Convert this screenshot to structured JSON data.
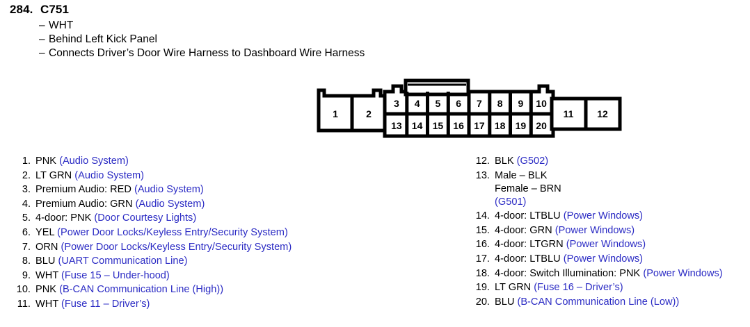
{
  "header": {
    "number": "284.",
    "name": "C751",
    "bullets": [
      "WHT",
      "Behind Left Kick Panel",
      "Connects Driver’s Door Wire Harness to Dashboard Wire Harness"
    ],
    "dash": "–"
  },
  "connector": {
    "left_block_pins": [
      "1",
      "2"
    ],
    "grid_top_pins": [
      "3",
      "4",
      "5",
      "6",
      "7",
      "8",
      "9",
      "10"
    ],
    "grid_bottom_pins": [
      "13",
      "14",
      "15",
      "16",
      "17",
      "18",
      "19",
      "20"
    ],
    "right_block_pins": [
      "11",
      "12"
    ],
    "line_color": "#000000",
    "fill_color": "#ffffff"
  },
  "pins_left": [
    {
      "num": "1.",
      "black": "PNK",
      "blue": "(Audio System)"
    },
    {
      "num": "2.",
      "black": "LT GRN",
      "blue": "(Audio System)"
    },
    {
      "num": "3.",
      "black": "Premium Audio: RED",
      "blue": "(Audio System)"
    },
    {
      "num": "4.",
      "black": "Premium Audio: GRN",
      "blue": "(Audio System)"
    },
    {
      "num": "5.",
      "black": "4-door: PNK",
      "blue": "(Door Courtesy Lights)"
    },
    {
      "num": "6.",
      "black": "YEL",
      "blue": "(Power Door Locks/Keyless Entry/Security System)"
    },
    {
      "num": "7.",
      "black": "ORN",
      "blue": "(Power Door Locks/Keyless Entry/Security System)"
    },
    {
      "num": "8.",
      "black": "BLU",
      "blue": "(UART Communication Line)"
    },
    {
      "num": "9.",
      "black": "WHT",
      "blue": "(Fuse 15 – Under-hood)"
    },
    {
      "num": "10.",
      "black": "PNK",
      "blue": "(B-CAN Communication Line (High))"
    },
    {
      "num": "11.",
      "black": "WHT",
      "blue": "(Fuse 11 – Driver’s)"
    }
  ],
  "pins_right": [
    {
      "num": "12.",
      "black": "BLK",
      "blue": "(G502)"
    },
    {
      "num": "13.",
      "black": "Male – BLK",
      "blue": "",
      "sublines": [
        {
          "black": "Female – BRN",
          "blue": ""
        },
        {
          "black": "",
          "blue": "(G501)"
        }
      ]
    },
    {
      "num": "14.",
      "black": "4-door: LTBLU",
      "blue": "(Power Windows)"
    },
    {
      "num": "15.",
      "black": "4-door: GRN",
      "blue": "(Power Windows)"
    },
    {
      "num": "16.",
      "black": "4-door: LTGRN",
      "blue": "(Power Windows)"
    },
    {
      "num": "17.",
      "black": "4-door: LTBLU",
      "blue": "(Power Windows)"
    },
    {
      "num": "18.",
      "black": "4-door: Switch Illumination: PNK",
      "blue": "(Power Windows)"
    },
    {
      "num": "19.",
      "black": "LT GRN",
      "blue": "(Fuse 16 – Driver’s)"
    },
    {
      "num": "20.",
      "black": "BLU",
      "blue": "(B-CAN Communication Line (Low))"
    }
  ]
}
